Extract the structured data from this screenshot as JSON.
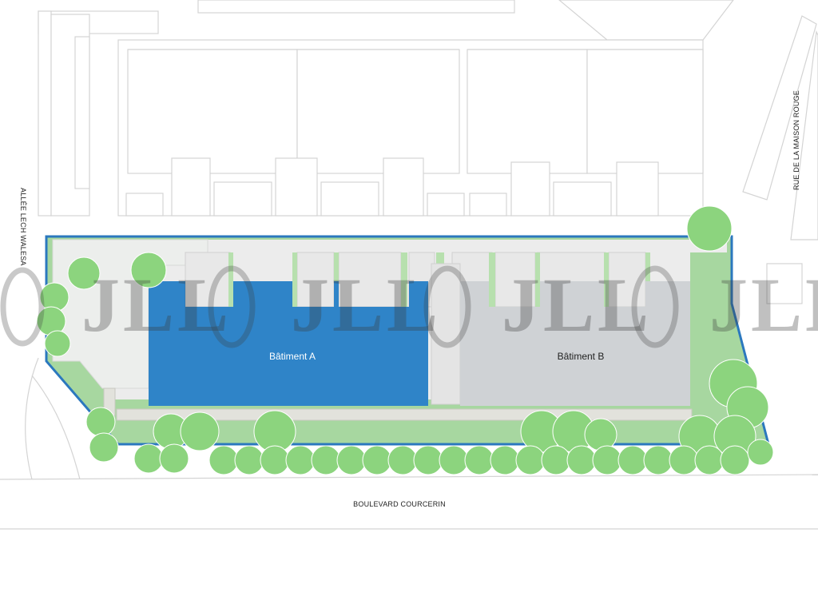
{
  "streets": {
    "west": "ALLÉE LECH WALESA",
    "east": "RUE DE LA MAISON ROUGE",
    "south": "BOULEVARD COURCERIN"
  },
  "buildings": {
    "a": {
      "label": "Bâtiment A",
      "color": "#2f84c8"
    },
    "b": {
      "label": "Bâtiment B",
      "color": "#cfd2d5"
    }
  },
  "watermark": {
    "text": "JLL"
  },
  "colors": {
    "site_outline": "#2b78be",
    "green": "#a7d7a0",
    "tree": "#8cd47e",
    "context_line": "#d4d4d4",
    "paved": "#ececec"
  }
}
